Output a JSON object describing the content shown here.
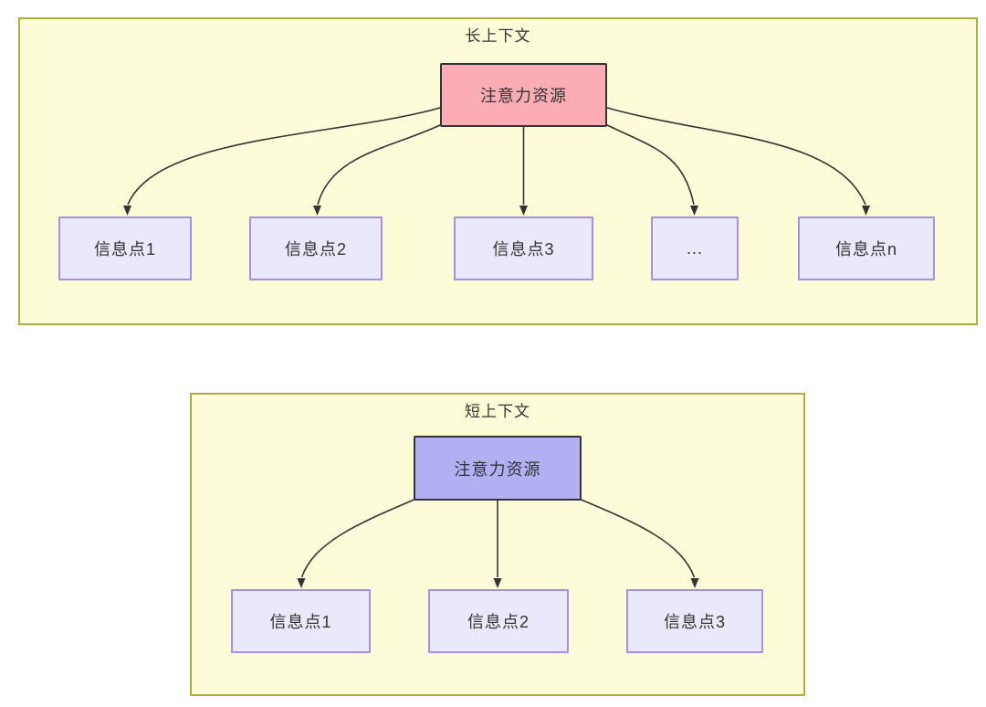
{
  "colors": {
    "page_bg": "#ffffff",
    "panel_bg": "#fcfcd9",
    "panel_border": "#adad3e",
    "node_long_bg": "#fbacb5",
    "node_short_bg": "#b0b0f2",
    "node_border": "#333333",
    "info_bg": "#e9e9fb",
    "info_border": "#a591de",
    "line": "#333333",
    "text": "#333333"
  },
  "long_context": {
    "title": "长上下文",
    "attention_label": "注意力资源",
    "info_points": [
      "信息点1",
      "信息点2",
      "信息点3",
      "...",
      "信息点n"
    ]
  },
  "short_context": {
    "title": "短上下文",
    "attention_label": "注意力资源",
    "info_points": [
      "信息点1",
      "信息点2",
      "信息点3"
    ]
  }
}
